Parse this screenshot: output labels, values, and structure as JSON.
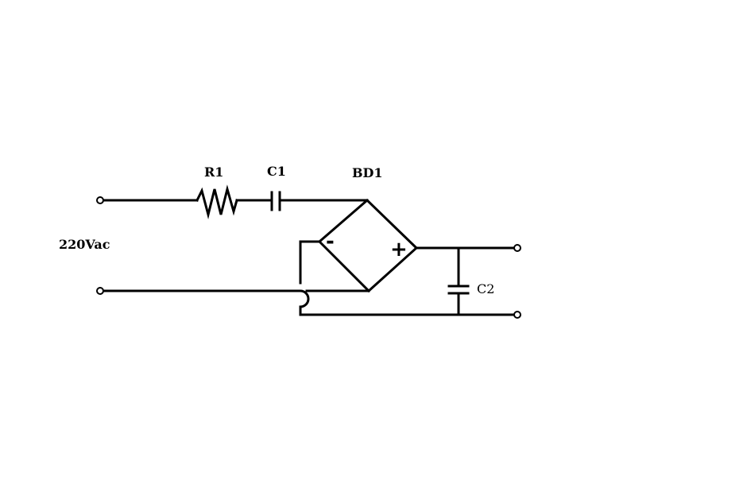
{
  "components": {
    "r1": "R1",
    "c1": "C1",
    "bd1": "BD1",
    "c2": "C2"
  },
  "input": {
    "label": "220Vac"
  },
  "bridge": {
    "minus_symbol": "-",
    "plus_symbol": "+"
  },
  "colors": {
    "wire": "#000000",
    "background": "#ffffff"
  }
}
